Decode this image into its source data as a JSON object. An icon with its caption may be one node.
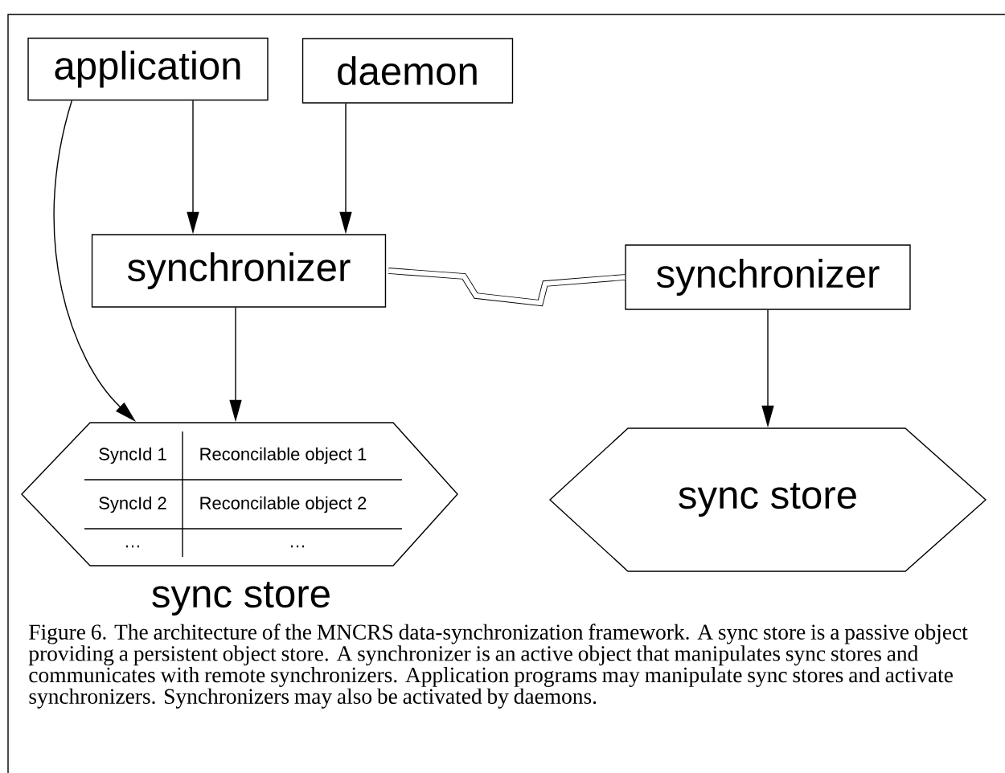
{
  "diagram": {
    "caption": "Figure 6.  The architecture of the MNCRS data-synchronization framework.  A sync store is a passive object providing a persistent object store.  A synchronizer is an active object that manipulates sync stores and communicates with remote synchronizers.  Application programs may manipulate sync stores and activate synchronizers.  Synchronizers may also be activated by daemons.",
    "nodes": [
      {
        "text": [
          "application"
        ]
      },
      {
        "text": [
          "daemon"
        ]
      },
      {
        "text": [
          "synchronizer"
        ]
      },
      {
        "text": [
          "synchronizer"
        ]
      },
      {
        "text": [
          "SyncId 1",
          "Reconcilable object 1",
          "SyncId 2",
          "Reconcilable object 2",
          "…",
          "…",
          "sync store"
        ]
      },
      {
        "text": [
          "sync store"
        ]
      }
    ],
    "edges": [
      {
        "from": 0,
        "to": 4,
        "arrow": "to"
      },
      {
        "from": 0,
        "to": 2,
        "arrow": "to"
      },
      {
        "from": 1,
        "to": 2,
        "arrow": "to"
      },
      {
        "from": 2,
        "to": 4,
        "arrow": "to"
      },
      {
        "from": 2,
        "to": 3,
        "arrow": "none",
        "style": "thick"
      },
      {
        "from": 3,
        "to": 5,
        "arrow": "to"
      }
    ]
  }
}
